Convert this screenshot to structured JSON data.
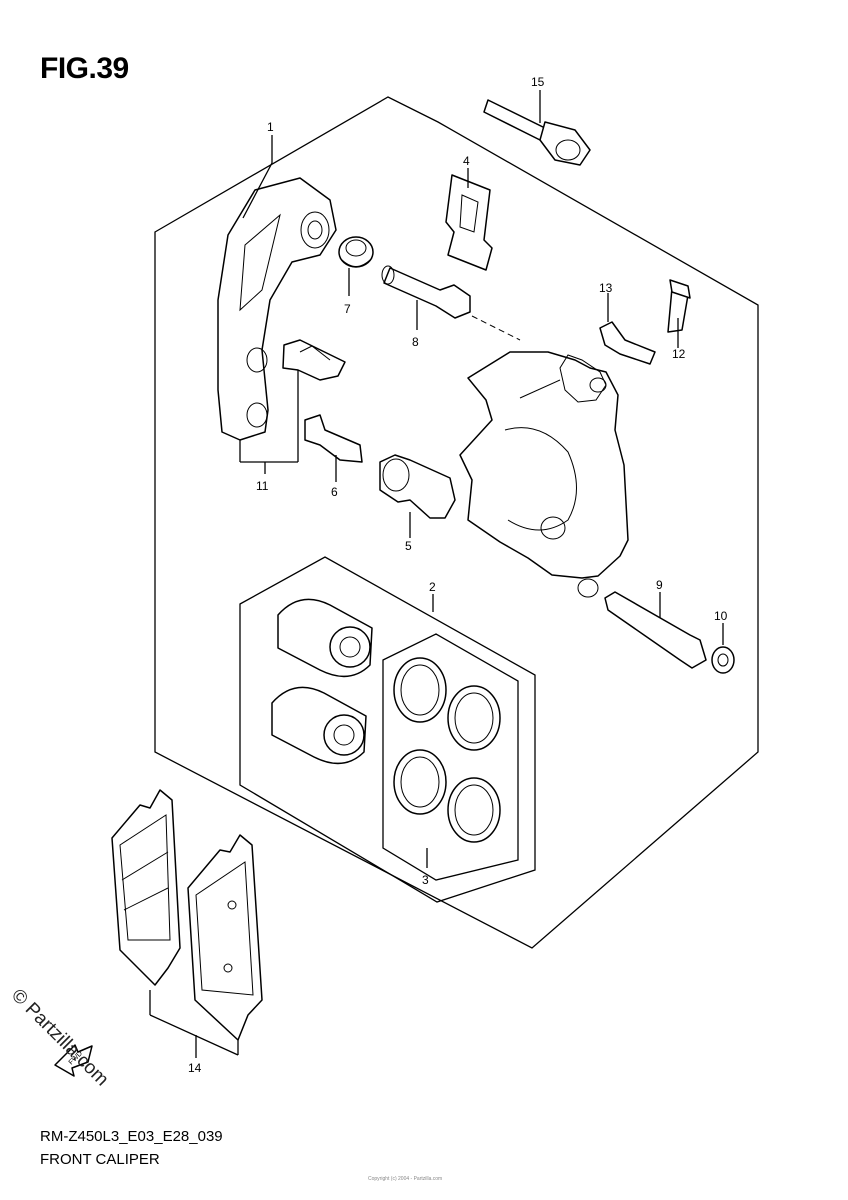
{
  "figure": {
    "title": "FIG.39",
    "code": "RM-Z450L3_E03_E28_039",
    "name": "FRONT CALIPER"
  },
  "watermark": "© Partzilla.com",
  "fwd_icon": {
    "icon": "fwd-arrow-icon",
    "label": "FWD"
  },
  "copyright_line": "Copyright (c) 2004 - Partzilla.com",
  "callouts": [
    {
      "id": "1",
      "label": "1"
    },
    {
      "id": "2",
      "label": "2"
    },
    {
      "id": "3",
      "label": "3"
    },
    {
      "id": "4",
      "label": "4"
    },
    {
      "id": "5",
      "label": "5"
    },
    {
      "id": "6",
      "label": "6"
    },
    {
      "id": "7",
      "label": "7"
    },
    {
      "id": "8",
      "label": "8"
    },
    {
      "id": "9",
      "label": "9"
    },
    {
      "id": "10",
      "label": "10"
    },
    {
      "id": "11",
      "label": "11"
    },
    {
      "id": "12",
      "label": "12"
    },
    {
      "id": "13",
      "label": "13"
    },
    {
      "id": "14",
      "label": "14"
    },
    {
      "id": "15",
      "label": "15"
    }
  ]
}
